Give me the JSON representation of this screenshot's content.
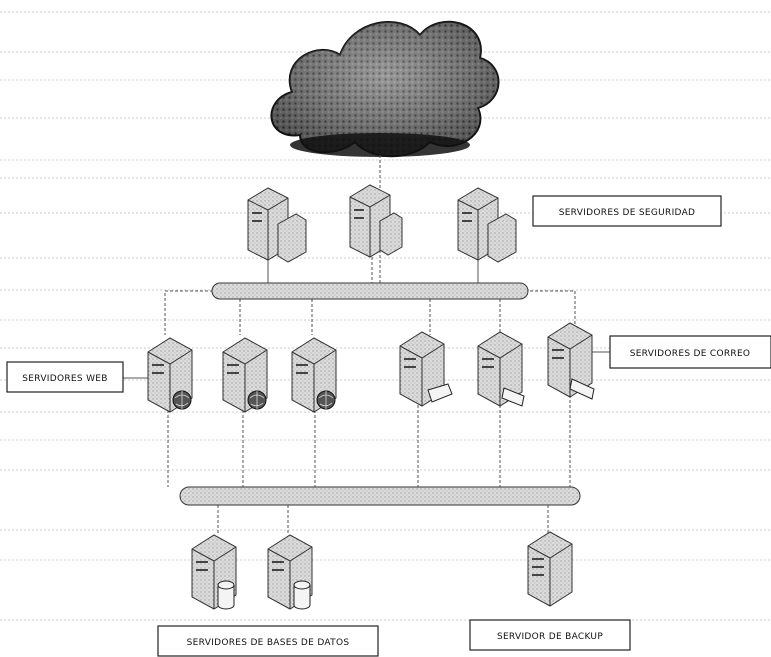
{
  "labels": {
    "security": "SERVIDORES DE SEGURIDAD",
    "web": "SERVIDORES WEB",
    "mail": "SERVIDORES DE CORREO",
    "databases": "SERVIDORES DE BASES DE DATOS",
    "backup": "SERVIDOR DE BACKUP"
  },
  "colors": {
    "line": "#444444",
    "dashed": "#777777",
    "server_fill": "#e6e6e6",
    "server_shade": "#bdbdbd",
    "bus_fill": "#dadada",
    "cloud_dark": "#222222",
    "cloud_light": "#9a9a9a"
  }
}
